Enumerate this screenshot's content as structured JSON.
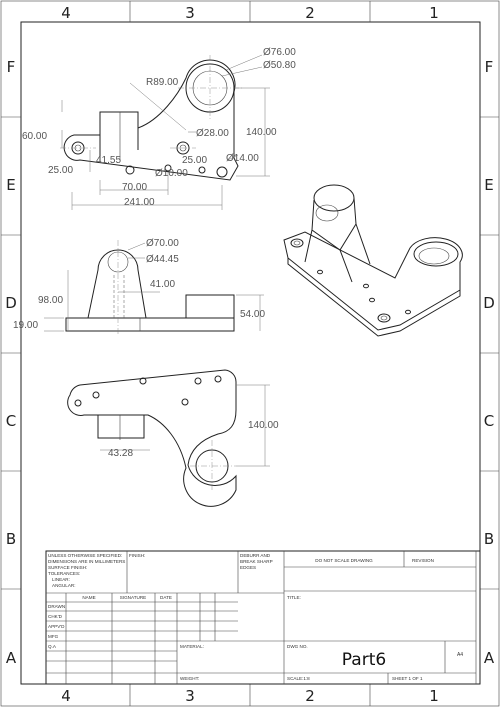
{
  "zones": {
    "columns": [
      "4",
      "3",
      "2",
      "1"
    ],
    "rows": [
      "F",
      "E",
      "D",
      "C",
      "B",
      "A"
    ]
  },
  "top_view": {
    "d76": "Ø76.00",
    "d5080": "Ø50.80",
    "r89": "R89.00",
    "d28": "Ø28.00",
    "h140": "140.00",
    "w60": "60.00",
    "d14": "Ø14.00",
    "d4155": "41.55",
    "d25b": "25.00",
    "d25a": "25.00",
    "d10": "Ø10.00",
    "w70": "70.00",
    "w241": "241.00"
  },
  "front_view": {
    "d70": "Ø70.00",
    "d4445": "Ø44.45",
    "d41": "41.00",
    "h98": "98.00",
    "h54": "54.00",
    "h19": "19.00"
  },
  "bottom_view": {
    "h140": "140.00",
    "d328": "43.28"
  },
  "title_block": {
    "unless_lines": [
      "UNLESS OTHERWISE SPECIFIED:",
      "DIMENSIONS ARE IN MILLIMETERS",
      "SURFACE FINISH:",
      "TOLERANCES:",
      "LINEAR:",
      "ANGULAR:"
    ],
    "finish": "FINISH:",
    "deburr_lines": [
      "DEBURR AND",
      "BREAK SHARP",
      "EDGES"
    ],
    "do_not_scale": "DO NOT SCALE DRAWING",
    "revision": "REVISION",
    "col_name": "NAME",
    "col_signature": "SIGNATURE",
    "col_date": "DATE",
    "title": "TITLE:",
    "rows": [
      "DRAWN",
      "CHK'D",
      "APPV'D",
      "MFG",
      "Q.A"
    ],
    "material": "MATERIAL:",
    "dwg_no": "DWG NO.",
    "part_name": "Part6",
    "size": "A4",
    "weight": "WEIGHT:",
    "scale": "SCALE:1:8",
    "sheet": "SHEET 1 OF 1"
  }
}
